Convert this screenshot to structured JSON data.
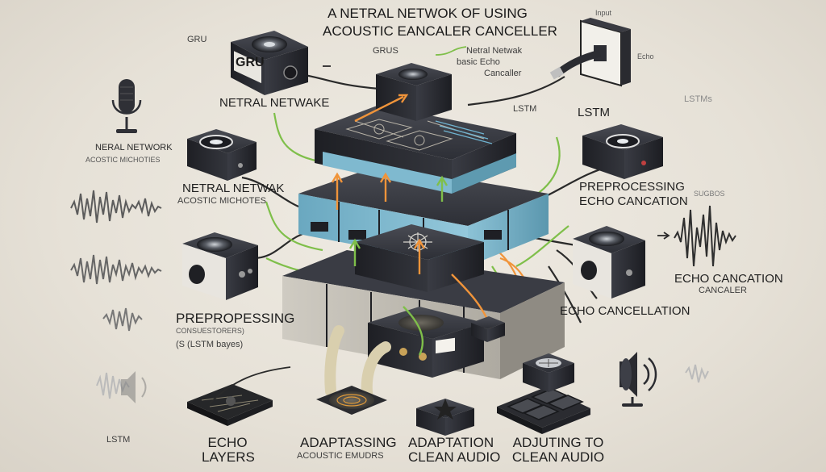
{
  "title": {
    "line1": "A NETRAL NETWOK OF USING",
    "line2": "ACOUSTIC EANCALER CANCELLER"
  },
  "labels": {
    "gru_top": "GRU",
    "gru_box": "GRU",
    "grus": "GRUS",
    "netral_netwak_basic": "Netral Netwak",
    "basic_echo": "basic Echo",
    "cancaller": "Cancaller",
    "input": "Input",
    "echo_small": "Echo",
    "lstm_a": "LSTM",
    "lstm_b": "LSTM",
    "lstm_faint": "LSTMs",
    "netral_netwake": "NETRAL NETWAKE",
    "neral_network": "NERAL NETWORK",
    "acostic_mic_1": "ACOSTIC MICHOTIES",
    "netral_netwak_2": "NETRAL NETWAK",
    "acostic_mic_2": "ACOSTIC MICHOTES",
    "prepropessing": "PREPROPESSING",
    "prep_sub1": "CONSUESTORERS)",
    "prep_sub2": "(S (LSTM bayes)",
    "preprocessing": "PREPROCESSING",
    "echo_cancation": "ECHO CANCATION",
    "echo_cancation_2": "ECHO CANCATION",
    "cancaler_small": "CANCALER",
    "echo_cancellation": "ECHO CANCELLATION",
    "lstm_bottom": "LSTM",
    "echo_layers_1": "ECHO",
    "echo_layers_2": "LAYERS",
    "adaptassing_1": "ADAPTASSING",
    "adaptassing_2": "ACOUSTIC EMUDRS",
    "adaptation_1": "ADAPTATION",
    "adaptation_2": "CLEAN AUDIO",
    "adjusting_1": "ADJUTING TO",
    "adjusting_2": "CLEAN AUDIO",
    "faint_right": "SUGBOS"
  },
  "colors": {
    "background": "#e9e5dc",
    "cube_dark": "#2b2d33",
    "cube_blue": "#7fb9cf",
    "wire_orange": "#f0943a",
    "wire_green": "#7fbf4a",
    "wire_dark": "#2a2a2a"
  },
  "icons": [
    "microphone-icon",
    "speaker-icon",
    "waveform-icon",
    "neural-chip-icon",
    "connector-plug-icon"
  ]
}
